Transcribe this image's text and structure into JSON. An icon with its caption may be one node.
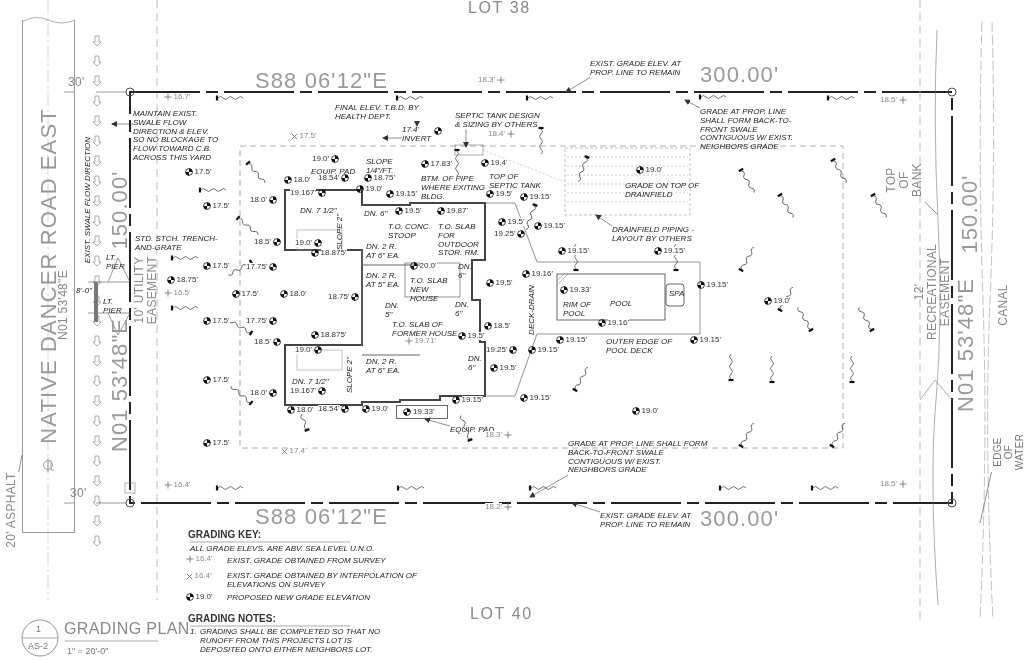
{
  "diagram": {
    "title": "GRADING PLAN",
    "nodes": [
      {
        "text": [
          "MAINTAIN EXIST. SWALE FLOW DIRECTION & ELEV. SO NO BLOCKAGE TO FLOW TOWARD C.B. ACROSS THIS YARD"
        ]
      },
      {
        "text": [
          "FINAL ELEV. T.B.D. BY HEALTH DEPT."
        ]
      },
      {
        "text": [
          "17.4' INVERT"
        ]
      },
      {
        "text": [
          "SEPTIC TANK DESIGN & SIZING BY OTHERS"
        ]
      },
      {
        "text": [
          "EXIST. GRADE ELEV. AT PROP. LINE TO REMAIN"
        ]
      },
      {
        "text": [
          "GRADE AT PROP. LINE SHALL FORM BACK-TO-FRONT SWALE CONTIGUOUS W/ EXIST. NEIGHBORS GRADE"
        ]
      },
      {
        "text": [
          "DRAINFIELD PIPING - LAYOUT BY OTHERS"
        ]
      },
      {
        "text": [
          "EQUIP. PAD"
        ]
      },
      {
        "text": [
          "GRADE AT PROP. LINE SHALL FORM BACK-TO-FRONT SWALE CONTIGUOUS W/ EXIST. NEIGHBORS GRADE"
        ]
      },
      {
        "text": [
          "EXIST. GRADE ELEV. AT PROP. LINE TO REMAIN"
        ]
      },
      {
        "text": [
          "20' ASPHALT"
        ]
      },
      {
        "text": [
          "TOP OF BANK"
        ]
      },
      {
        "text": [
          "EDGE OF WATER"
        ]
      },
      {
        "text": [
          "19.33'"
        ]
      },
      {
        "text": [
          "NATIVE DANCER ROAD EAST"
        ]
      }
    ],
    "edges": [
      {
        "from": 0,
        "to": null,
        "arrow": "to"
      },
      {
        "from": 1,
        "to": 2,
        "arrow": "to"
      },
      {
        "from": 2,
        "to": null,
        "arrow": "to"
      },
      {
        "from": 3,
        "to": null,
        "arrow": "to"
      },
      {
        "from": 4,
        "to": null,
        "arrow": "to"
      },
      {
        "from": 5,
        "to": null,
        "arrow": "to"
      },
      {
        "from": 6,
        "to": null,
        "arrow": "to"
      },
      {
        "from": 7,
        "to": 13,
        "arrow": "to"
      },
      {
        "from": 8,
        "to": null,
        "arrow": "to"
      },
      {
        "from": 9,
        "to": null,
        "arrow": "to"
      },
      {
        "from": 10,
        "to": 14,
        "arrow": "none"
      },
      {
        "from": 11,
        "to": null,
        "arrow": "none"
      },
      {
        "from": 12,
        "to": null,
        "arrow": "none"
      }
    ],
    "labels": [
      "LOT 38",
      "S88 06'12\"E",
      "300.00'",
      "30'",
      "16.7'",
      "18.3'",
      "18.5'",
      "17.5'",
      "EXIST. SWALE FLOW DIRECTION",
      "18.4'",
      "17.5'",
      "19.0'",
      "EQUIP. PAD",
      "SLOPE 1/4\"/FT.",
      "18.54'",
      "18.75'",
      "18.0'",
      "19.0'",
      "17.83'",
      "BTM. OF PIPE WHERE EXITING BLDG.",
      "19.4'",
      "TOP OF SEPTIC TANK",
      "19.0'",
      "GRADE ON TOP OF DRAINFIELD",
      "18.0'",
      "19.167'",
      "DN. 7 1/2\"",
      "19.15'",
      "19.5'",
      "19.15'",
      "17.5'",
      "SLOPE 2\"",
      "DN. 6\"",
      "19.5'",
      "19.87'",
      "T.O. CONC. STOOP",
      "T.O. SLAB FOR OUTDOOR STOR. RM.",
      "DN. 6\"",
      "19.5'",
      "19.25'",
      "19.15'",
      "18.5'",
      "19.0'",
      "DN. 2 R. AT 6\" EA.",
      "18.875'",
      "19.15'",
      "19.15'",
      "STD. STCH. TRENCH-AND-GRATE",
      "LT. PIER",
      "17.5'",
      "17.75'",
      "20.0'",
      "T.O. SLAB NEW HOUSE",
      "19.15'",
      "SPA",
      "DN. 2 R. AT 5\" EA.",
      "19.16'",
      "19.5'",
      "19.33'",
      "RIM OF POOL",
      "POOL",
      "DECK-DRAIN",
      "19.0'",
      "8'-0\"",
      "18.75'",
      "16.5'",
      "17.5'",
      "18.0'",
      "18.75'",
      "DN. 5\"",
      "DN. 6\"",
      "17.5'",
      "17.75'",
      "T.O. SLAB OF FORMER HOUSE",
      "19.71'",
      "18.5'",
      "19.16'",
      "OUTER EDGE OF POOL DECK",
      "18.875'",
      "18.5'",
      "19.0'",
      "DN. 2 R. AT 6\" EA.",
      "19.5'",
      "DN. 6\"",
      "19.25'",
      "19.5'",
      "19.15'",
      "19.15'",
      "19.15'",
      "SLOPE 2\"",
      "17.5'",
      "18.0'",
      "19.167'",
      "DN. 7 1/2\"",
      "18.0'",
      "18.54'",
      "19.0'",
      "19.15'",
      "19.15'",
      "19.0'",
      "18.3'",
      "17.5'",
      "17.4'",
      "16.4'",
      "18.2'",
      "18.5'",
      "30'",
      "S88 06'12\"E",
      "300.00'",
      "LOT 40",
      "N01 53'48\"E",
      "150.00'",
      "N01 53'48\"E",
      "10' UTILITY EASEMENT",
      "LT. PIER",
      "12' RECREATIONAL EASEMENT",
      "150.00'",
      "N01 53'48\"E",
      "CANAL",
      "GRADING KEY:",
      "ALL GRADE ELEVS. ARE ABV. SEA LEVEL U.N.O.",
      "16.4'",
      "16.4'",
      "19.0'",
      "GRADING NOTES:",
      "1.",
      "GRADING SHALL BE COMPLETED SO THAT NO RUNOFF FROM THIS PROJECTS LOT IS DEPOSITED ONTO EITHER NEIGHBORS LOT.",
      "1",
      "AS-2",
      "1\" = 20'-0\""
    ],
    "legend": [
      {
        "text": "EXIST. GRADE OBTAINED FROM SURVEY"
      },
      {
        "text": "EXIST. GRADE OBTAINED BY INTERPOLATION OF ELEVATIONS ON SURVEY"
      },
      {
        "text": "PROPOSED NEW GRADE ELEVATION"
      }
    ]
  }
}
